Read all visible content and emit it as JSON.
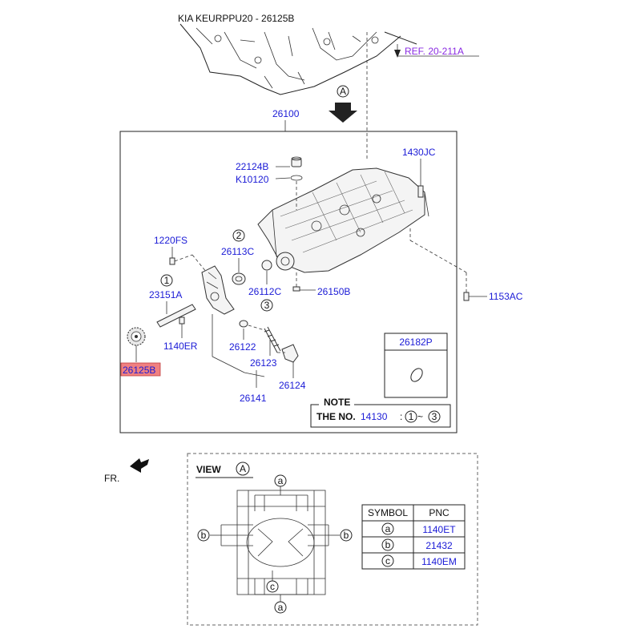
{
  "header": {
    "title": "KIA KEURPPU20 - 26125B"
  },
  "ref": {
    "label": "REF. 20-211A"
  },
  "view_marker": {
    "letter": "A"
  },
  "assembly": {
    "number": "26100"
  },
  "parts": {
    "p22124B": "22124B",
    "pK10120": "K10120",
    "p1430JC": "1430JC",
    "p1220FS": "1220FS",
    "c2": "2",
    "p26113C": "26113C",
    "c1": "1",
    "p23151A": "23151A",
    "p26112C": "26112C",
    "c3": "3",
    "p26150B": "26150B",
    "p1153AC": "1153AC",
    "p1140ER": "1140ER",
    "p26122": "26122",
    "p26123": "26123",
    "p26125B": "26125B",
    "p26141": "26141",
    "p26124": "26124",
    "p26182P": "26182P"
  },
  "note": {
    "title": "NOTE",
    "text": "THE NO.",
    "number": "14130",
    "range_from": "1",
    "range_sep": "~",
    "range_to": "3",
    "colon": ":"
  },
  "front": {
    "label": "FR."
  },
  "view": {
    "title": "VIEW",
    "letter": "A",
    "callouts": {
      "a_top": "a",
      "b_left": "b",
      "b_right": "b",
      "c_bottom": "c",
      "a_bottom": "a"
    },
    "table": {
      "headers": [
        "SYMBOL",
        "PNC"
      ],
      "rows": [
        {
          "symbol": "a",
          "pnc": "1140ET"
        },
        {
          "symbol": "b",
          "pnc": "21432"
        },
        {
          "symbol": "c",
          "pnc": "1140EM"
        }
      ]
    }
  },
  "colors": {
    "highlight": "#f08080",
    "pnc_blue": "#1a1ad6",
    "ref_purple": "#8a2be2"
  }
}
